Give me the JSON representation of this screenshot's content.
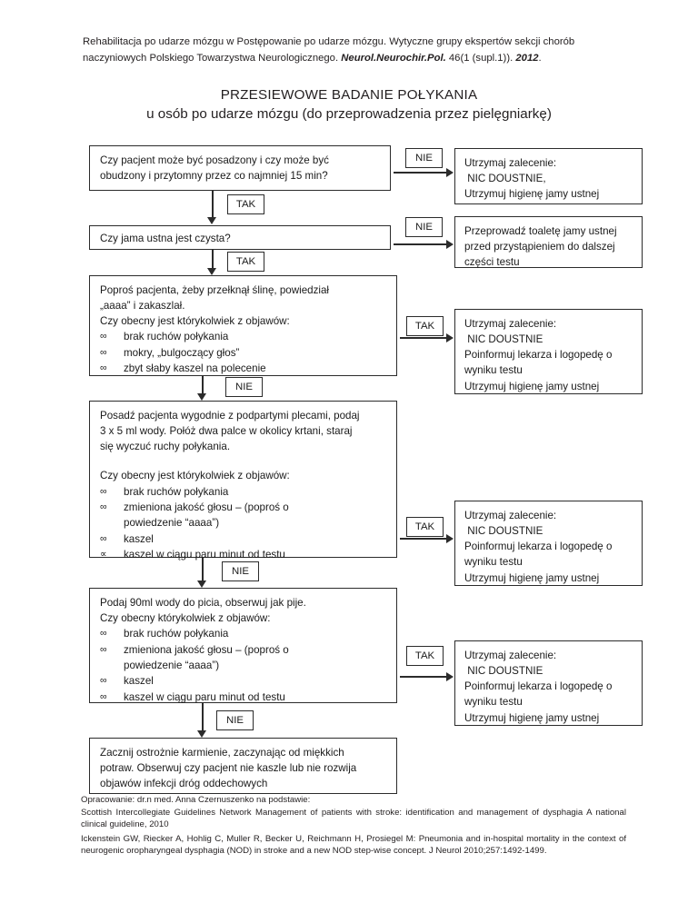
{
  "header": {
    "line1_a": "Rehabilitacja po udarze mózgu w Postępowanie po udarze mózgu. Wytyczne grupy ekspertów sekcji chorób",
    "line2_a": "naczyniowych Polskiego Towarzystwa Neurologicznego. ",
    "journal": "Neurol.Neurochir.Pol.",
    "line2_b": " 46(1 (supl.1)). ",
    "year": "2012",
    "line2_c": "."
  },
  "title": {
    "line1": "PRZESIEWOWE BADANIE POŁYKANIA",
    "line2": "u osób po udarze mózgu (do przeprowadzenia przez pielęgniarkę)"
  },
  "labels": {
    "tak": "TAK",
    "nie": "NIE"
  },
  "steps": [
    {
      "id": "step-1",
      "lines": [
        "Czy pacjent może być posadzony i czy może być",
        "obudzony i przytomny przez co najmniej 15 min?"
      ],
      "bullets": []
    },
    {
      "id": "step-2",
      "lines": [
        "Czy jama ustna jest czysta?"
      ],
      "bullets": []
    },
    {
      "id": "step-3",
      "lines": [
        "Poproś pacjenta, żeby przełknął ślinę, powiedział",
        "„aaaa” i zakaszlał.",
        "Czy obecny jest którykolwiek z objawów:"
      ],
      "bullets": [
        {
          "mark": "∞",
          "text": "brak ruchów połykania"
        },
        {
          "mark": "∞",
          "text": "mokry, „bulgoczący głos”"
        },
        {
          "mark": "∞",
          "text": "zbyt słaby kaszel na polecenie"
        }
      ]
    },
    {
      "id": "step-4",
      "lines": [
        "Posadź pacjenta wygodnie z podpartymi plecami, podaj",
        "3 x 5 ml wody. Połóż dwa palce w okolicy krtani, staraj",
        "się wyczuć ruchy połykania.",
        "",
        "Czy obecny jest którykolwiek z objawów:"
      ],
      "bullets": [
        {
          "mark": "∞",
          "text": "brak ruchów połykania"
        },
        {
          "mark": "∞",
          "text": "zmieniona jakość głosu – (poproś o"
        },
        {
          "mark": "",
          "text": "powiedzenie “aaaa”)"
        },
        {
          "mark": "∞",
          "text": "kaszel"
        },
        {
          "mark": "∝",
          "text": "kaszel w ciągu paru minut od testu"
        }
      ]
    },
    {
      "id": "step-5",
      "lines": [
        "Podaj 90ml wody do picia, obserwuj jak pije.",
        "Czy obecny którykolwiek z objawów:"
      ],
      "bullets": [
        {
          "mark": "∞",
          "text": "brak ruchów połykania"
        },
        {
          "mark": "∞",
          "text": "zmieniona jakość głosu – (poproś o"
        },
        {
          "mark": "",
          "text": "powiedzenie “aaaa”)"
        },
        {
          "mark": "∞",
          "text": "kaszel"
        },
        {
          "mark": "∞",
          "text": "kaszel w ciągu paru minut od testu"
        }
      ]
    },
    {
      "id": "step-6",
      "lines": [
        "Zacznij ostrożnie karmienie, zaczynając od miękkich",
        "potraw. Obserwuj czy pacjent nie kaszle lub nie rozwija",
        "objawów infekcji dróg oddechowych"
      ],
      "bullets": []
    }
  ],
  "outcomes": [
    {
      "id": "outcome-1",
      "branch": "NIE",
      "lines": [
        "Utrzymaj zalecenie:",
        " NIC DOUSTNIE,",
        "Utrzymuj higienę jamy ustnej"
      ]
    },
    {
      "id": "outcome-2",
      "branch": "NIE",
      "lines": [
        "Przeprowadź toaletę jamy ustnej",
        "przed przystąpieniem do dalszej",
        "części testu"
      ]
    },
    {
      "id": "outcome-3",
      "branch": "TAK",
      "lines": [
        "Utrzymaj zalecenie:",
        " NIC DOUSTNIE",
        "Poinformuj lekarza i logopedę o",
        "wyniku testu",
        "Utrzymuj higienę jamy ustnej"
      ]
    },
    {
      "id": "outcome-4",
      "branch": "TAK",
      "lines": [
        "Utrzymaj zalecenie:",
        " NIC DOUSTNIE",
        "Poinformuj lekarza i logopedę o",
        "wyniku testu",
        "Utrzymuj higienę jamy ustnej"
      ]
    },
    {
      "id": "outcome-5",
      "branch": "TAK",
      "lines": [
        "Utrzymaj zalecenie:",
        " NIC DOUSTNIE",
        "Poinformuj lekarza i logopedę o",
        "wyniku testu",
        "Utrzymuj higienę jamy ustnej"
      ]
    }
  ],
  "footer": {
    "author": "Opracowanie: dr.n med. Anna Czernuszenko na podstawie:",
    "ref1": "Scottish Intercollegiate Guidelines Network Management of patients with stroke: identification and management of dysphagia A national clinical guideline, 2010",
    "ref2": "Ickenstein GW, Riecker A, Hohlig C, Muller R, Becker U, Reichmann H, Prosiegel M: Pneumonia and in-hospital mortality in the context of neurogenic oropharyngeal dysphagia (NOD) in stroke and a new NOD step-wise concept. J Neurol 2010;257:1492-1499."
  }
}
